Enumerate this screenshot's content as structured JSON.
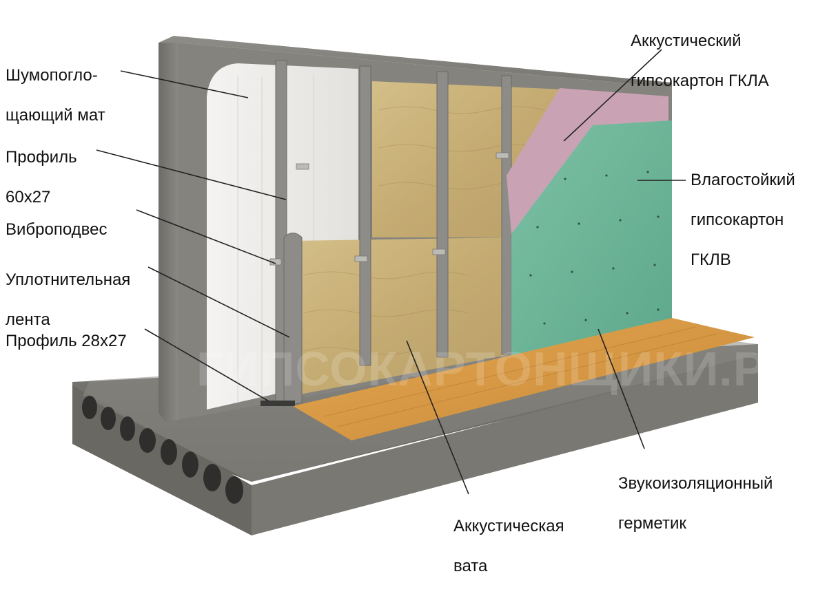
{
  "labels": {
    "noise_mat": [
      "Шумопогло-",
      "щающий мат"
    ],
    "profile_60": [
      "Профиль",
      "60х27"
    ],
    "vibro": [
      "Виброподвес"
    ],
    "seal_tape": [
      "Уплотнительная",
      "лента"
    ],
    "profile_28": [
      "Профиль 28х27"
    ],
    "gkla": [
      "Аккустический",
      "гипсокартон ГКЛА"
    ],
    "gklv": [
      "Влагостойкий",
      "гипсокартон",
      "ГКЛВ"
    ],
    "sealant": [
      "Звукоизоляционный",
      "герметик"
    ],
    "wool": [
      "Аккустическая",
      "вата"
    ]
  },
  "watermark": "ГИПСОКАРТОНЩИКИ.РФ",
  "board_print": "ГИПСОКАРТОНЩИКИ.РФ",
  "colors": {
    "concrete": "#7d7b76",
    "concrete_dark": "#5f5d59",
    "mat": "#efeeeb",
    "wool": "#c9b27c",
    "profile": "#8c8a86",
    "gkla": "#c9a3b3",
    "gklv": "#6fb59a",
    "floor": "#d79a45",
    "leader": "#222222"
  }
}
